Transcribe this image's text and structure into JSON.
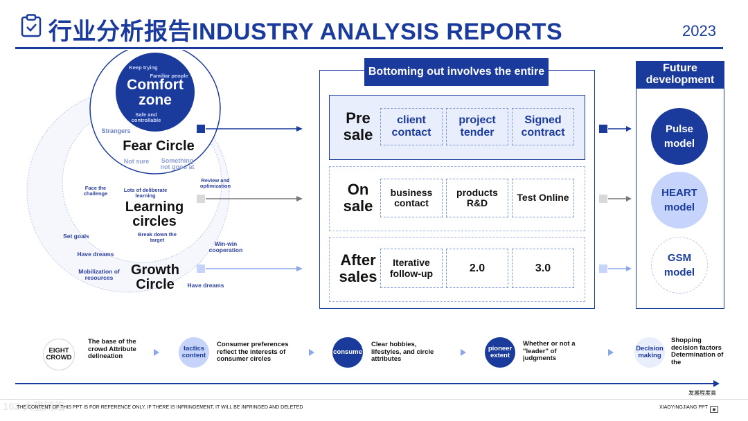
{
  "header": {
    "title_cn": "行业分析报告",
    "title_en": "INDUSTRY ANALYSIS REPORTS",
    "year": "2023"
  },
  "circles": {
    "comfort": {
      "line1": "Comfort",
      "line2": "zone",
      "small_top1": "Keep trying",
      "small_top2": "Familiar people",
      "small_bottom": "Safe and controllable"
    },
    "fear": {
      "title": "Fear Circle",
      "strangers": "Strangers",
      "not_sure": "Not sure",
      "something": "Something not good at"
    },
    "learning": {
      "line1": "Learning",
      "line2": "circles",
      "face": "Face the challenge",
      "lots": "Lots of deliberate learning",
      "review": "Review and optimization",
      "break": "Break down the target"
    },
    "growth": {
      "line1": "Growth",
      "line2": "Circle",
      "set_goals": "Set goals",
      "have_dreams1": "Have dreams",
      "mobilization": "Mobilization of resources",
      "winwin": "Win-win cooperation",
      "have_dreams2": "Have dreams"
    }
  },
  "middle": {
    "header": "Bottoming out involves the entire",
    "rows": [
      {
        "label": "Pre sale",
        "cells": [
          "client contact",
          "project tender",
          "Signed contract"
        ]
      },
      {
        "label": "On sale",
        "cells": [
          "business contact",
          "products R&D",
          "Test Online"
        ]
      },
      {
        "label": "After sales",
        "cells": [
          "Iterative follow-up",
          "2.0",
          "3.0"
        ]
      }
    ]
  },
  "future": {
    "header": "Future development",
    "items": [
      "Pulse model",
      "HEART model",
      "GSM model"
    ]
  },
  "bottom": {
    "items": [
      {
        "circle": "EIGHT CROWD",
        "text": "The base of the crowd Attribute delineation"
      },
      {
        "circle": "tactics content",
        "text": "Consumer preferences reflect the interests of consumer circles"
      },
      {
        "circle": "consume",
        "text": "Clear hobbies, lifestyles, and circle attributes"
      },
      {
        "circle": "pioneer extent",
        "text": "Whether or not a \"leader\" of judgments"
      },
      {
        "circle": "Decision making",
        "text": "Shopping decision factors Determination of the"
      }
    ],
    "axis_label": "发展程度高"
  },
  "footer": {
    "left": "THE CONTENT OF THIS PPT IS FOR REFERENCE ONLY, IF THERE IS INFRINGEMENT, IT WILL BE INFRINGED AND DELETED",
    "watermark": "163 大猫网络",
    "right": "XIAOYINGJIANG PPT"
  },
  "colors": {
    "primary": "#1a3a9c",
    "light": "#c6d4fb",
    "lighter": "#e8eefc",
    "grey": "#d9d9d9"
  }
}
